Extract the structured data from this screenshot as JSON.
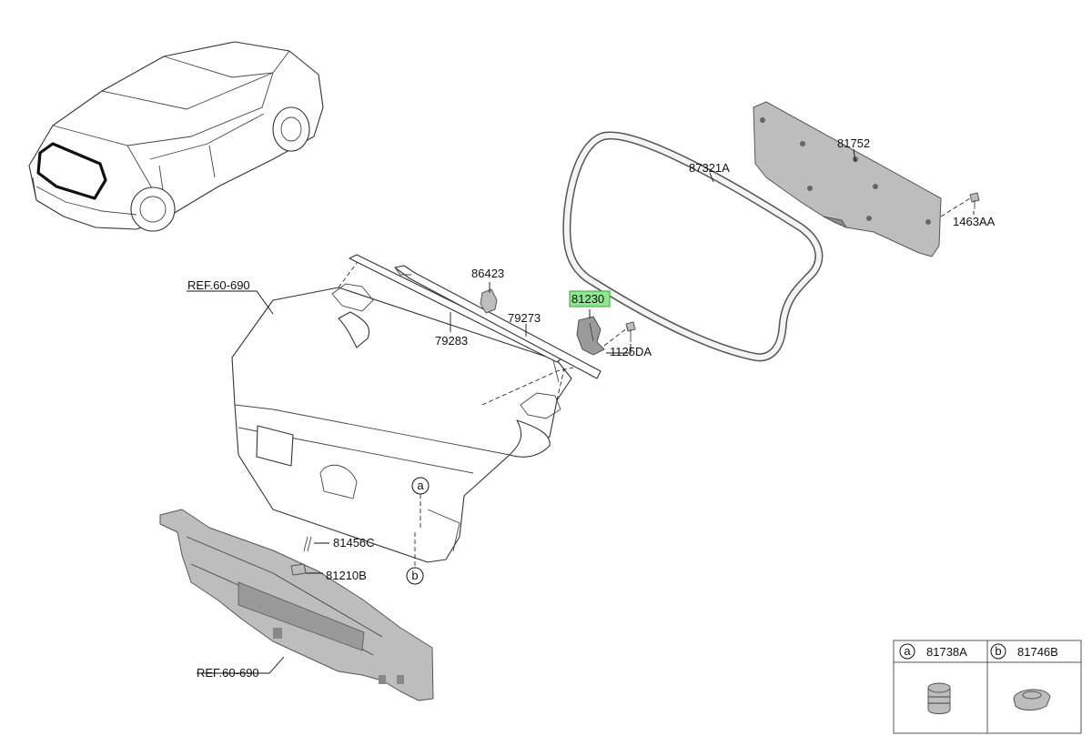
{
  "labels": {
    "p81752": "81752",
    "p87321a": "87321A",
    "p1463aa": "1463AA",
    "p86423": "86423",
    "p81230": "81230",
    "p79273": "79273",
    "p79283": "79283",
    "p1125da": "1125DA",
    "ref_top": "REF.60-690",
    "ref_bottom": "REF.60-690",
    "p81456c": "81456C",
    "p81210b": "81210B",
    "callout_a": "a",
    "callout_b": "b"
  },
  "legend": {
    "a_marker": "a",
    "a_part": "81738A",
    "b_marker": "b",
    "b_part": "81746B"
  },
  "colors": {
    "highlight": "#8ee68e"
  }
}
